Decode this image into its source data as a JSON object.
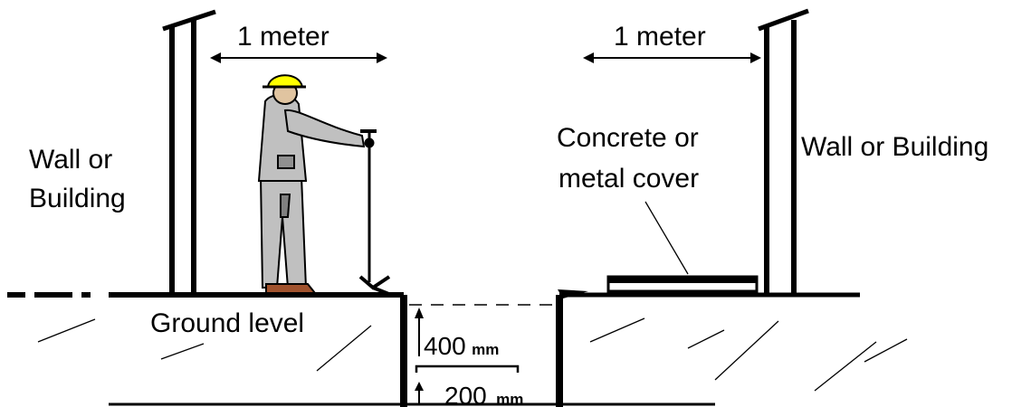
{
  "labels": {
    "left_distance": "1 meter",
    "right_distance": "1 meter",
    "left_wall_line1": "Wall or",
    "left_wall_line2": "Building",
    "right_wall": "Wall or Building",
    "cover_line1": "Concrete or",
    "cover_line2": "metal cover",
    "ground_level": "Ground level",
    "depth_top": "400",
    "depth_top_unit": "mm",
    "depth_bottom": "200",
    "depth_bottom_unit": "mm"
  },
  "colors": {
    "line": "#000000",
    "worker_suit": "#c0c0c0",
    "helmet": "#ffff00",
    "boots": "#a0522d",
    "cover_fill": "#ffffff"
  },
  "icons": {
    "worker": "construction-worker-icon",
    "probe": "manhole-probe-icon"
  }
}
